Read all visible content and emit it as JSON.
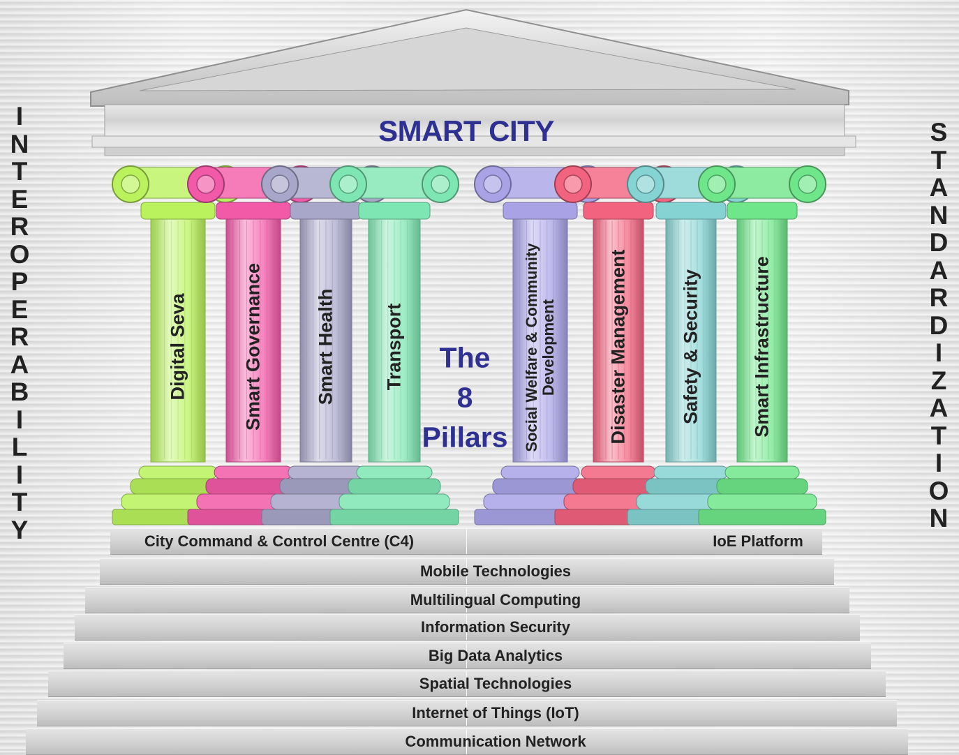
{
  "title": "SMART CITY",
  "center_label": [
    "The",
    "8",
    "Pillars"
  ],
  "left_side_text": [
    "I",
    "N",
    "T",
    "E",
    "R",
    "O",
    "P",
    "E",
    "R",
    "A",
    "B",
    "I",
    "L",
    "I",
    "T",
    "Y"
  ],
  "right_side_text": [
    "S",
    "T",
    "A",
    "N",
    "D",
    "A",
    "R",
    "D",
    "I",
    "Z",
    "A",
    "T",
    "I",
    "O",
    "N"
  ],
  "pillars": [
    {
      "label": "Digital Seva",
      "color": "#b9f25c"
    },
    {
      "label": "Smart Governance",
      "color": "#f25aa8"
    },
    {
      "label": "Smart Health",
      "color": "#a8a6c9"
    },
    {
      "label": "Transport",
      "color": "#7ee6b2"
    },
    {
      "label": "Social Welfare & Community Development",
      "color": "#a9a3e6"
    },
    {
      "label": "Disaster Management",
      "color": "#f2637f"
    },
    {
      "label": "Safety & Security",
      "color": "#86d3d3"
    },
    {
      "label": "Smart Infrastructure",
      "color": "#6fe68a"
    }
  ],
  "platform_row": {
    "left": "City Command & Control Centre (C4)",
    "right": "IoE Platform"
  },
  "layers": [
    "Mobile Technologies",
    "Multilingual Computing",
    "Information Security",
    "Big Data Analytics",
    "Spatial  Technologies",
    "Internet of Things (IoT)",
    "Communication Network"
  ]
}
